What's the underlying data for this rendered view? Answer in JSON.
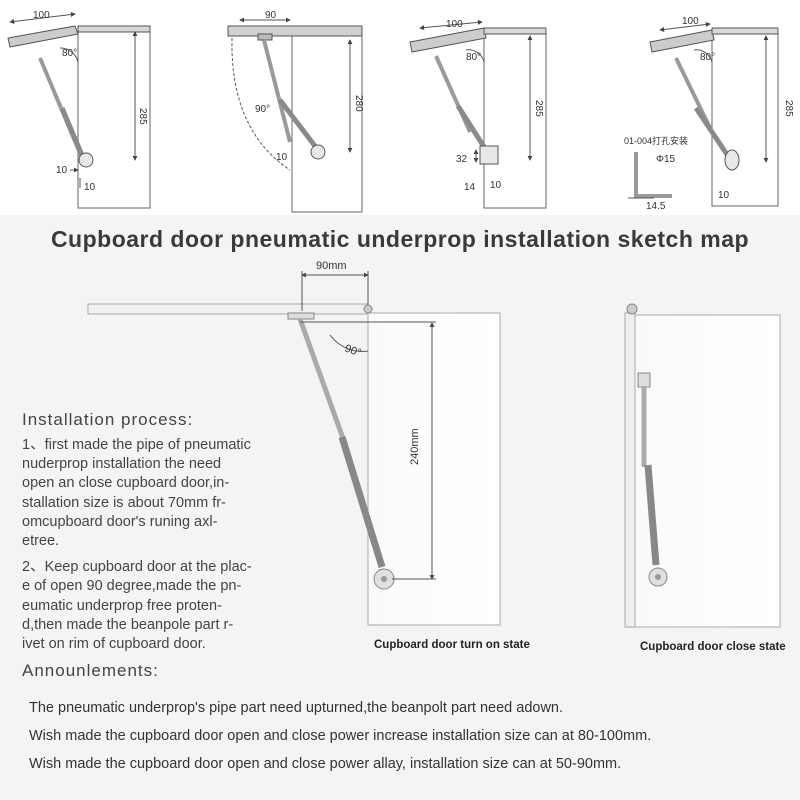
{
  "top_diagrams": [
    {
      "dims": [
        "100",
        "80°",
        "285",
        "10",
        "10"
      ]
    },
    {
      "dims": [
        "90",
        "90°",
        "280",
        "10"
      ]
    },
    {
      "dims": [
        "100",
        "80°",
        "285",
        "32",
        "14",
        "10"
      ]
    },
    {
      "dims": [
        "100",
        "80°",
        "285",
        "01-004打孔安装",
        "Φ15",
        "14.5",
        "10"
      ]
    }
  ],
  "title": "Cupboard door pneumatic underprop installation sketch map",
  "main_diagram": {
    "dims": [
      "90mm",
      "90°",
      "240mm"
    ]
  },
  "captions": {
    "open": "Cupboard door turn on state",
    "close": "Cupboard door close state"
  },
  "process": {
    "title": "Installation process:",
    "steps": [
      [
        "1、first made the pipe of pneumatic",
        "    nuderprop installation the need",
        "    open an close cupboard door,in-",
        "    stallation size is about 70mm fr-",
        "    omcupboard door's runing axl-",
        "    etree."
      ],
      [
        "2、Keep cupboard door at the plac-",
        "    e of open 90 degree,made the pn-",
        "    eumatic underprop free proten-",
        "    d,then made the beanpole part r-",
        "    ivet on rim of cupboard door."
      ]
    ]
  },
  "announcements": {
    "title": "Announlements:",
    "items": [
      "The pneumatic underprop's pipe part need upturned,the beanpolt part need adown.",
      "Wish made the cupboard door open and close power increase installation size can at 80-100mm.",
      "Wish made the cupboard door open and close power allay, installation size can at 50-90mm."
    ]
  }
}
